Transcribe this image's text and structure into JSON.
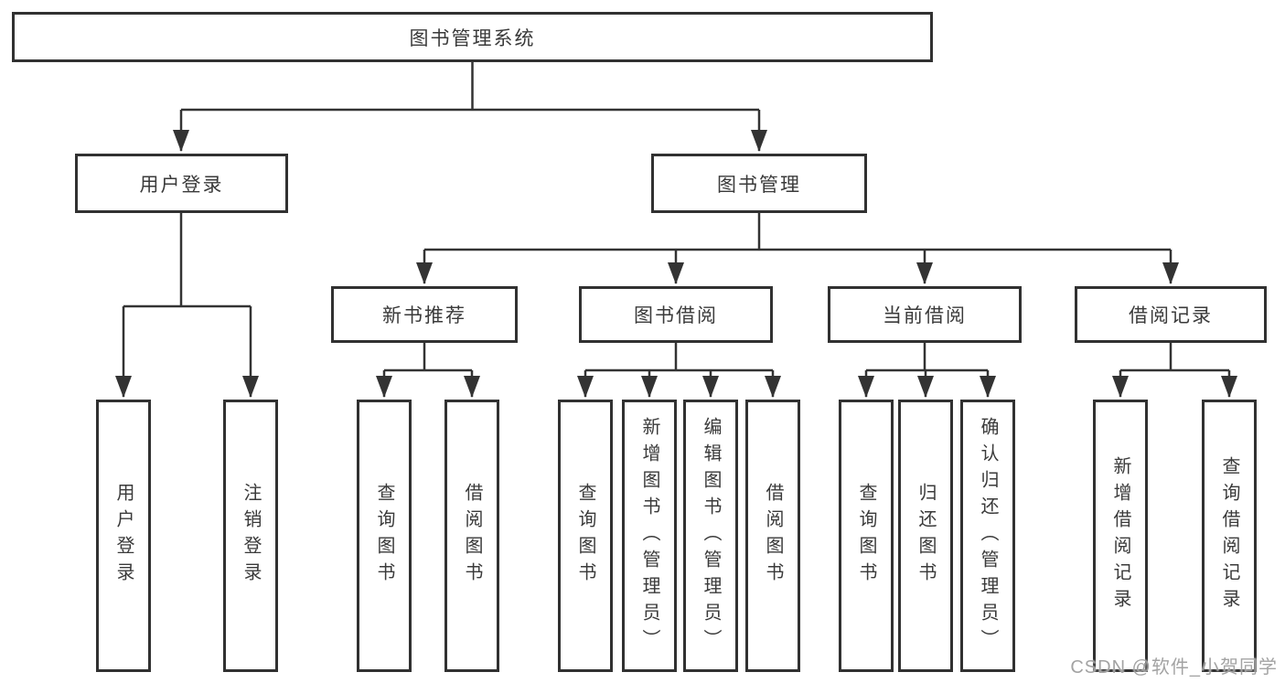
{
  "tree": {
    "root": {
      "label": "图书管理系统",
      "children": [
        {
          "label": "用户登录",
          "children": [
            {
              "label": "用户登录"
            },
            {
              "label": "注销登录"
            }
          ]
        },
        {
          "label": "图书管理",
          "children": [
            {
              "label": "新书推荐",
              "children": [
                {
                  "label": "查询图书"
                },
                {
                  "label": "借阅图书"
                }
              ]
            },
            {
              "label": "图书借阅",
              "children": [
                {
                  "label": "查询图书"
                },
                {
                  "label": "新增图书（管理员）"
                },
                {
                  "label": "编辑图书（管理员）"
                },
                {
                  "label": "借阅图书"
                }
              ]
            },
            {
              "label": "当前借阅",
              "children": [
                {
                  "label": "查询图书"
                },
                {
                  "label": "归还图书"
                },
                {
                  "label": "确认归还（管理员）"
                }
              ]
            },
            {
              "label": "借阅记录",
              "children": [
                {
                  "label": "新增借阅记录"
                },
                {
                  "label": "查询借阅记录"
                }
              ]
            }
          ]
        }
      ]
    }
  },
  "watermark": "CSDN @软件_小贺同学",
  "colors": {
    "line": "#333333",
    "box_border": "#313131",
    "text": "#3a3a3a",
    "watermark": "#9e9e9e",
    "background": "#ffffff"
  }
}
